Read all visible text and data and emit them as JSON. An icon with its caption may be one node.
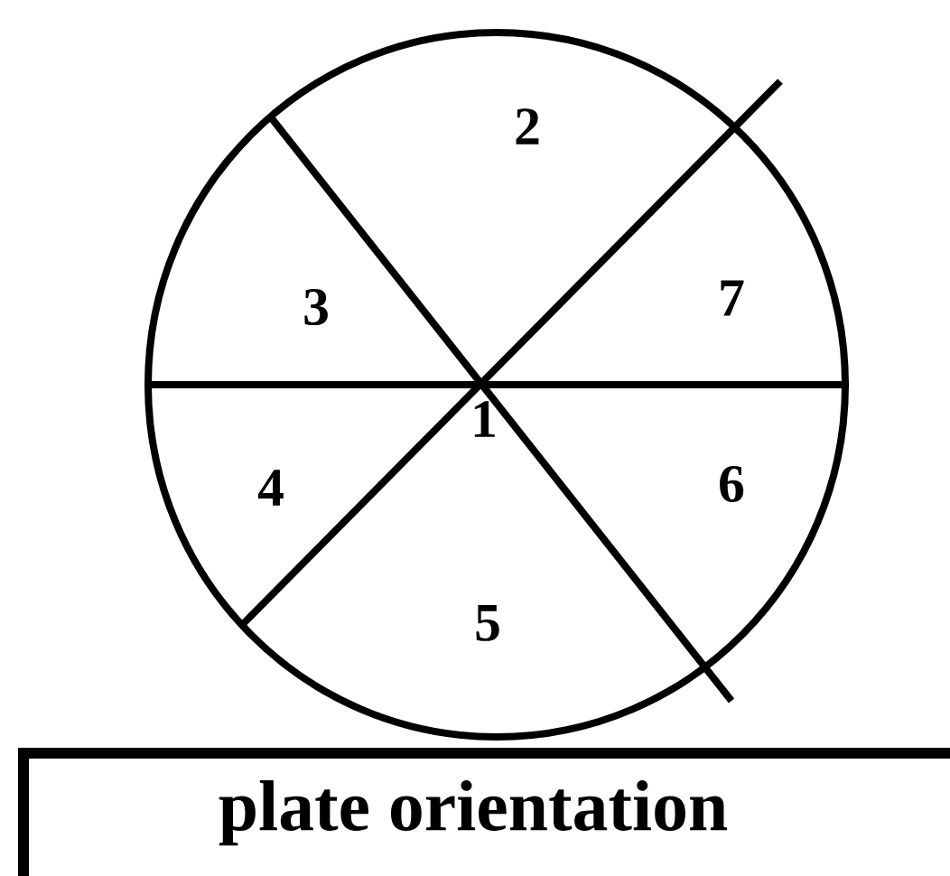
{
  "diagram": {
    "nodes": [
      {
        "text": [
          "plate orientation"
        ]
      }
    ],
    "labels": [
      "2",
      "3",
      "7",
      "1",
      "4",
      "6",
      "5"
    ]
  }
}
